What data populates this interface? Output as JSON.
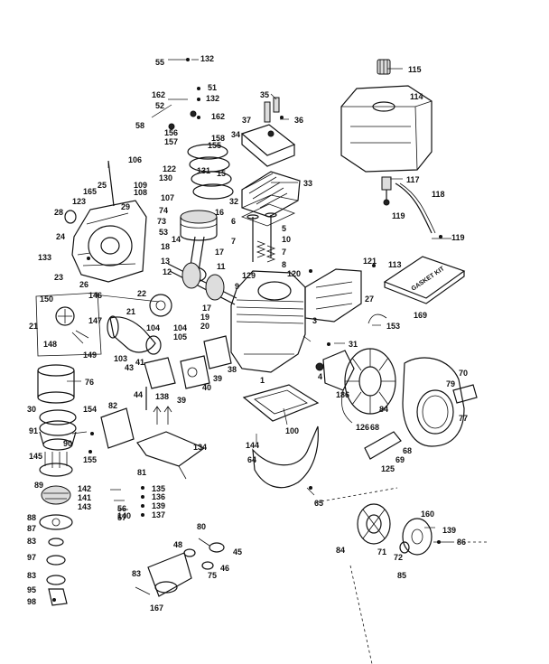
{
  "gasket_kit_label": "GASKET KIT",
  "labels": [
    {
      "id": "l55",
      "text": "55"
    },
    {
      "id": "l132a",
      "text": "132"
    },
    {
      "id": "l51",
      "text": "51"
    },
    {
      "id": "l162a",
      "text": "162"
    },
    {
      "id": "l132b",
      "text": "132"
    },
    {
      "id": "l52",
      "text": "52"
    },
    {
      "id": "l58",
      "text": "58"
    },
    {
      "id": "l162b",
      "text": "162"
    },
    {
      "id": "l156",
      "text": "156"
    },
    {
      "id": "l158",
      "text": "158"
    },
    {
      "id": "l157",
      "text": "157"
    },
    {
      "id": "l155",
      "text": "155"
    },
    {
      "id": "l35",
      "text": "35"
    },
    {
      "id": "l37",
      "text": "37"
    },
    {
      "id": "l36",
      "text": "36"
    },
    {
      "id": "l34",
      "text": "34"
    },
    {
      "id": "l115",
      "text": "115"
    },
    {
      "id": "l114",
      "text": "114"
    },
    {
      "id": "l106",
      "text": "106"
    },
    {
      "id": "l122",
      "text": "122"
    },
    {
      "id": "l131",
      "text": "131"
    },
    {
      "id": "l25",
      "text": "25"
    },
    {
      "id": "l109",
      "text": "109"
    },
    {
      "id": "l130",
      "text": "130"
    },
    {
      "id": "l165",
      "text": "165"
    },
    {
      "id": "l108",
      "text": "108"
    },
    {
      "id": "l15",
      "text": "15"
    },
    {
      "id": "l123",
      "text": "123"
    },
    {
      "id": "l107",
      "text": "107"
    },
    {
      "id": "l28",
      "text": "28"
    },
    {
      "id": "l29",
      "text": "29"
    },
    {
      "id": "l74",
      "text": "74"
    },
    {
      "id": "l73",
      "text": "73"
    },
    {
      "id": "l53",
      "text": "53"
    },
    {
      "id": "l24",
      "text": "24"
    },
    {
      "id": "l33",
      "text": "33"
    },
    {
      "id": "l32",
      "text": "32"
    },
    {
      "id": "l16",
      "text": "16"
    },
    {
      "id": "l6",
      "text": "6"
    },
    {
      "id": "l5",
      "text": "5"
    },
    {
      "id": "l10",
      "text": "10"
    },
    {
      "id": "l117",
      "text": "117"
    },
    {
      "id": "l118",
      "text": "118"
    },
    {
      "id": "l119a",
      "text": "119"
    },
    {
      "id": "l119b",
      "text": "119"
    },
    {
      "id": "l14",
      "text": "14"
    },
    {
      "id": "l7a",
      "text": "7"
    },
    {
      "id": "l7b",
      "text": "7"
    },
    {
      "id": "l18",
      "text": "18"
    },
    {
      "id": "l17a",
      "text": "17"
    },
    {
      "id": "l133",
      "text": "133"
    },
    {
      "id": "l13",
      "text": "13"
    },
    {
      "id": "l12",
      "text": "12"
    },
    {
      "id": "l11",
      "text": "11"
    },
    {
      "id": "l129",
      "text": "129"
    },
    {
      "id": "l8",
      "text": "8"
    },
    {
      "id": "l120",
      "text": "120"
    },
    {
      "id": "l121",
      "text": "121"
    },
    {
      "id": "l113",
      "text": "113"
    },
    {
      "id": "l23",
      "text": "23"
    },
    {
      "id": "l26",
      "text": "26"
    },
    {
      "id": "l9",
      "text": "9"
    },
    {
      "id": "l150",
      "text": "150"
    },
    {
      "id": "l146",
      "text": "146"
    },
    {
      "id": "l22",
      "text": "22"
    },
    {
      "id": "l27",
      "text": "27"
    },
    {
      "id": "l169",
      "text": "169"
    },
    {
      "id": "l147",
      "text": "147"
    },
    {
      "id": "l17b",
      "text": "17"
    },
    {
      "id": "l21a",
      "text": "21"
    },
    {
      "id": "l21b",
      "text": "21"
    },
    {
      "id": "l19",
      "text": "19"
    },
    {
      "id": "l20",
      "text": "20"
    },
    {
      "id": "l104a",
      "text": "104"
    },
    {
      "id": "l104b",
      "text": "104"
    },
    {
      "id": "l105",
      "text": "105"
    },
    {
      "id": "l3",
      "text": "3"
    },
    {
      "id": "l153",
      "text": "153"
    },
    {
      "id": "l148",
      "text": "148"
    },
    {
      "id": "l149",
      "text": "149"
    },
    {
      "id": "l103",
      "text": "103"
    },
    {
      "id": "l31",
      "text": "31"
    },
    {
      "id": "l43",
      "text": "43"
    },
    {
      "id": "l41",
      "text": "41"
    },
    {
      "id": "l38",
      "text": "38"
    },
    {
      "id": "l39a",
      "text": "39"
    },
    {
      "id": "l4",
      "text": "4"
    },
    {
      "id": "l70",
      "text": "70"
    },
    {
      "id": "l76",
      "text": "76"
    },
    {
      "id": "l40",
      "text": "40"
    },
    {
      "id": "l79",
      "text": "79"
    },
    {
      "id": "l44",
      "text": "44"
    },
    {
      "id": "l138",
      "text": "138"
    },
    {
      "id": "l39b",
      "text": "39"
    },
    {
      "id": "l186",
      "text": "186"
    },
    {
      "id": "l30",
      "text": "30"
    },
    {
      "id": "l154",
      "text": "154"
    },
    {
      "id": "l82",
      "text": "82"
    },
    {
      "id": "l1",
      "text": "1"
    },
    {
      "id": "l84a",
      "text": "84"
    },
    {
      "id": "l77",
      "text": "77"
    },
    {
      "id": "l91",
      "text": "91"
    },
    {
      "id": "l100",
      "text": "100"
    },
    {
      "id": "l90",
      "text": "90"
    },
    {
      "id": "l126",
      "text": "126"
    },
    {
      "id": "l68a",
      "text": "68"
    },
    {
      "id": "l145",
      "text": "145"
    },
    {
      "id": "l155b",
      "text": "155"
    },
    {
      "id": "l134",
      "text": "134"
    },
    {
      "id": "l144",
      "text": "144"
    },
    {
      "id": "l64",
      "text": "64"
    },
    {
      "id": "l125",
      "text": "125"
    },
    {
      "id": "l69",
      "text": "69"
    },
    {
      "id": "l68b",
      "text": "68"
    },
    {
      "id": "l81",
      "text": "81"
    },
    {
      "id": "l89",
      "text": "89"
    },
    {
      "id": "l135",
      "text": "135"
    },
    {
      "id": "l142",
      "text": "142"
    },
    {
      "id": "l136",
      "text": "136"
    },
    {
      "id": "l141",
      "text": "141"
    },
    {
      "id": "l56",
      "text": "56"
    },
    {
      "id": "l139a",
      "text": "139"
    },
    {
      "id": "l143",
      "text": "143"
    },
    {
      "id": "l57",
      "text": "57"
    },
    {
      "id": "l137",
      "text": "137"
    },
    {
      "id": "l88",
      "text": "88"
    },
    {
      "id": "l140",
      "text": "140"
    },
    {
      "id": "l65",
      "text": "65"
    },
    {
      "id": "l160",
      "text": "160"
    },
    {
      "id": "l87",
      "text": "87"
    },
    {
      "id": "l139b",
      "text": "139"
    },
    {
      "id": "l86",
      "text": "86"
    },
    {
      "id": "l80",
      "text": "80"
    },
    {
      "id": "l83a",
      "text": "83"
    },
    {
      "id": "l48",
      "text": "48"
    },
    {
      "id": "l45",
      "text": "45"
    },
    {
      "id": "l84b",
      "text": "84"
    },
    {
      "id": "l71",
      "text": "71"
    },
    {
      "id": "l72",
      "text": "72"
    },
    {
      "id": "l97",
      "text": "97"
    },
    {
      "id": "l46",
      "text": "46"
    },
    {
      "id": "l85",
      "text": "85"
    },
    {
      "id": "l83b",
      "text": "83"
    },
    {
      "id": "l75",
      "text": "75"
    },
    {
      "id": "l83c",
      "text": "83"
    },
    {
      "id": "l95",
      "text": "95"
    },
    {
      "id": "l167",
      "text": "167"
    },
    {
      "id": "l98",
      "text": "98"
    }
  ]
}
